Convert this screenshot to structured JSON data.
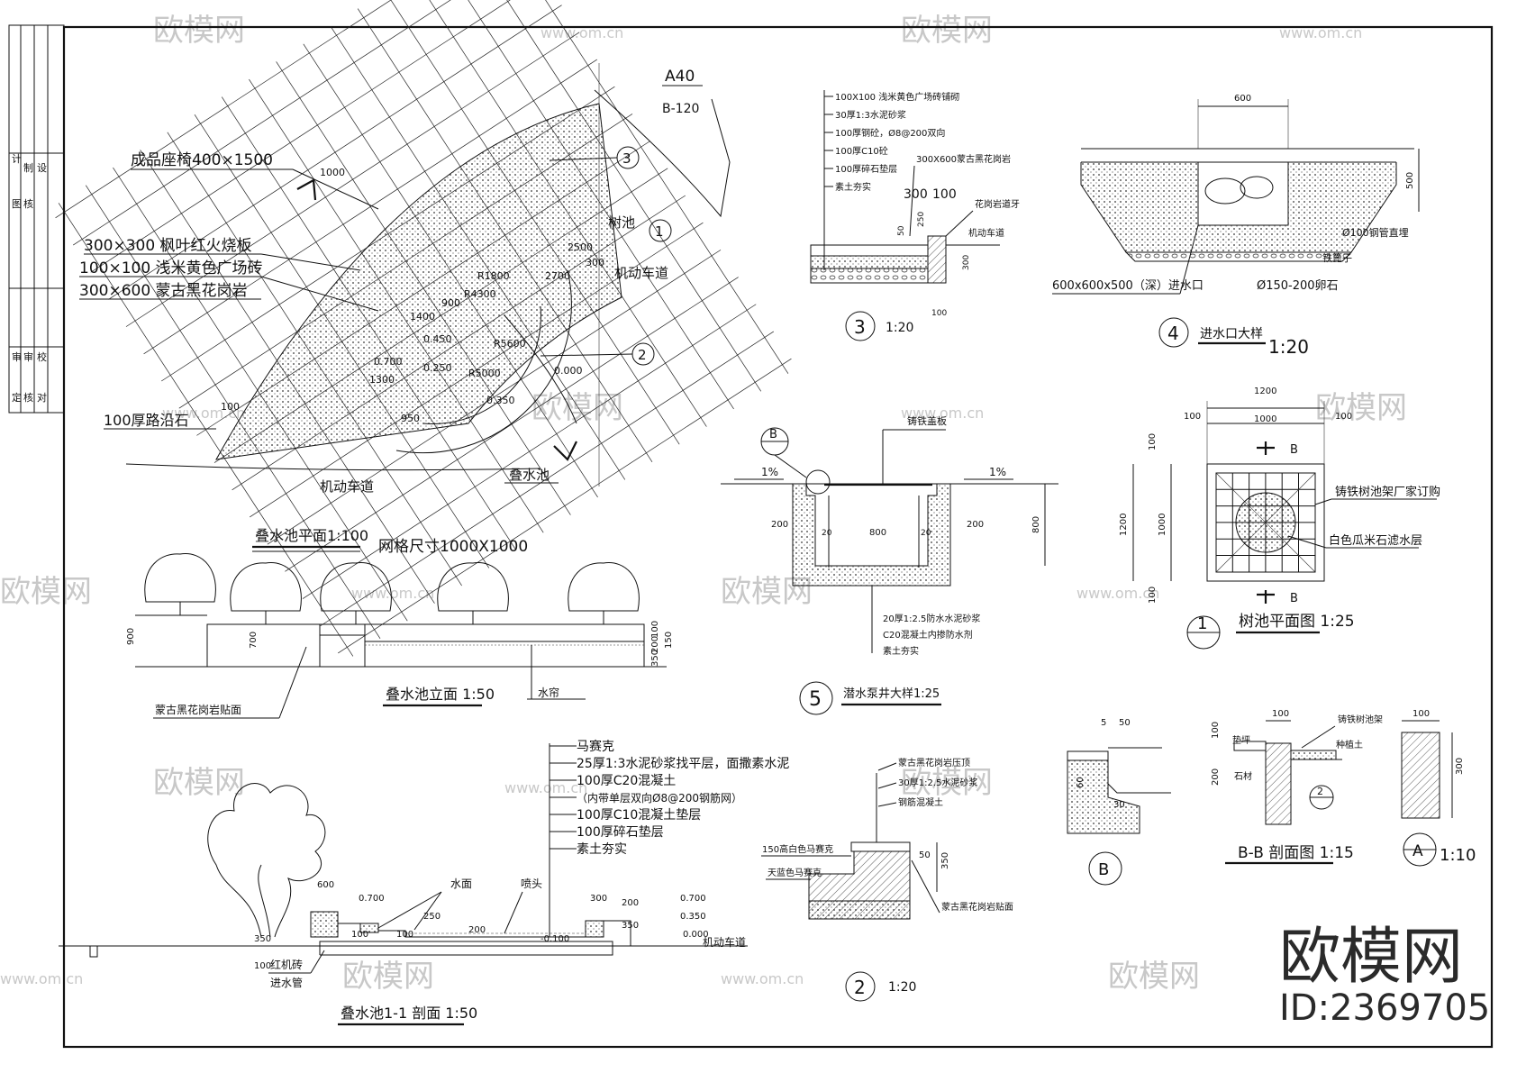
{
  "title_block": {
    "col1": [
      "审",
      "审",
      "校"
    ],
    "col1b": [
      "定",
      "核",
      "对"
    ],
    "col2": [
      "计",
      "图",
      "制",
      "核",
      "设"
    ]
  },
  "plan": {
    "labels": {
      "bench": "成品座椅400×1500",
      "brick_red": "300×300 枫叶红火烧板",
      "brick_yellow": "100×100 浅米黄色广场砖",
      "granite": "300×600 蒙古黑花岗岩",
      "curb": "100厚路沿石",
      "tree_pool": "树池",
      "road_right": "机动车道",
      "road_bottom": "机动车道",
      "cascade": "叠水池",
      "title": "叠水池平面1:100",
      "grid_size": "网格尺寸1000X1000",
      "a40": "A40",
      "b120": "B-120"
    },
    "callouts": [
      "3",
      "1",
      "2"
    ],
    "dims": [
      "0.450",
      "0.700",
      "0.250",
      "0.350",
      "R5600",
      "R5000",
      "950",
      "1300",
      "1400",
      "R4300",
      "R1800",
      "1000",
      "2500",
      "300",
      "2700",
      "900",
      "0.000",
      "100"
    ]
  },
  "elevation": {
    "title": "叠水池立面 1:50",
    "material": "蒙古黑花岗岩贴面",
    "curtain": "水帘",
    "dims": [
      "900",
      "700",
      "100",
      "200",
      "150",
      "350"
    ]
  },
  "section11": {
    "title": "叠水池1-1 剖面 1:50",
    "layers": [
      "马赛克",
      "25厚1:3水泥砂浆找平层，面撒素水泥",
      "100厚C20混凝土",
      "（内带单层双向Ø8@200钢筋网）",
      "100厚C10混凝土垫层",
      "100厚碎石垫层",
      "素土夯实"
    ],
    "labels": {
      "water": "水面",
      "nozzle": "喷头",
      "road": "机动车道",
      "brick": "红机砖",
      "inlet": "进水管"
    },
    "dims": [
      "600",
      "0.700",
      "250",
      "100",
      "100",
      "200",
      "-0.100",
      "300",
      "200",
      "0.700",
      "0.350",
      "350",
      "0.000",
      "350",
      "100"
    ]
  },
  "detail3": {
    "layers": [
      "100X100 浅米黄色广场砖铺砌",
      "30厚1:3水泥砂浆",
      "100厚钢砼，Ø8@200双向",
      "100厚C10砼",
      "100厚碎石垫层",
      "素土夯实"
    ],
    "granite": "300X600蒙古黑花岗岩",
    "curb": "花岗岩道牙",
    "road": "机动车道",
    "dims": [
      "300",
      "100",
      "50",
      "250",
      "300",
      "100"
    ],
    "num": "3",
    "scale": "1:20"
  },
  "detail4": {
    "title": "进水口大样",
    "scale": "1:20",
    "num": "4",
    "labels": {
      "pipe": "Ø100钢管直埋",
      "grate": "铁篦子",
      "stone": "Ø150-200卵石",
      "inlet": "600x600x500（深）进水口"
    },
    "dims": [
      "600",
      "500"
    ]
  },
  "detail5": {
    "title": "潜水泵井大样1:25",
    "num": "5",
    "cover": "铸铁盖板",
    "slope": "1%",
    "layers": [
      "20厚1:2.5防水水泥砂浆",
      "C20混凝土内掺防水剂",
      "素土夯实"
    ],
    "dims": [
      "200",
      "20",
      "800",
      "20",
      "200",
      "800"
    ],
    "ref": "B"
  },
  "tree_plan": {
    "title": "树池平面图 1:25",
    "num": "1",
    "frame": "铸铁树池架厂家订购",
    "filter": "白色瓜米石滤水层",
    "section_mark": "B",
    "dims": [
      "1200",
      "100",
      "1000",
      "100",
      "100",
      "1200",
      "1000",
      "100"
    ]
  },
  "detail2": {
    "num": "2",
    "scale": "1:20",
    "labels": [
      "蒙古黑花岗岩压顶",
      "30厚1:2.5水泥砂浆",
      "钢筋混凝土",
      "150高白色马赛克",
      "天蓝色马赛克",
      "蒙古黑花岗岩贴面"
    ],
    "dims": [
      "50",
      "350"
    ]
  },
  "detailB": {
    "num": "B",
    "dims": [
      "5",
      "50",
      "60",
      "30"
    ]
  },
  "section_bb": {
    "title": "B-B 剖面图 1:15",
    "labels": {
      "frame": "铸铁树池架",
      "soil": "种植土",
      "base": "垫坪",
      "stone": "石材"
    },
    "dims": [
      "100",
      "100",
      "200"
    ],
    "sub": "2"
  },
  "detailA": {
    "num": "A",
    "scale": "1:10",
    "dims": [
      "100",
      "300"
    ]
  },
  "watermark": {
    "text": "欧模网",
    "site": "www.om.cn",
    "id": "ID:2369705"
  },
  "colors": {
    "ink": "#111111",
    "watermark": "#c8c8c8",
    "paper": "#ffffff"
  }
}
